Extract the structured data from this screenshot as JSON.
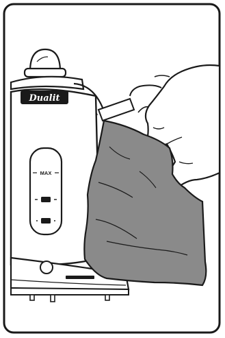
{
  "illustration": {
    "brand_label": "Dualit",
    "max_marker": "MAX",
    "colors": {
      "line": "#1a1a1a",
      "kettle_body": "#ffffff",
      "cloth": "#8a8a8a",
      "background": "#ffffff"
    },
    "icons": [
      "kettle",
      "lid-knob",
      "water-window",
      "power-button",
      "hand",
      "cloth"
    ]
  }
}
